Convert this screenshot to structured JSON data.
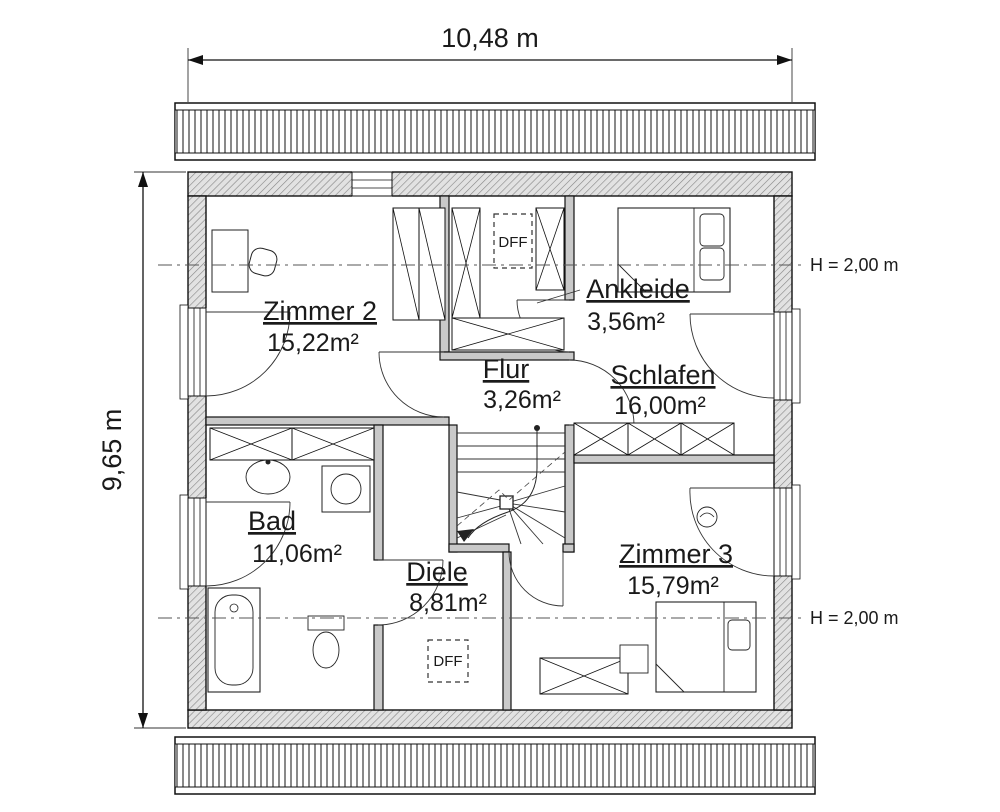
{
  "dimensions": {
    "width_label": "10,48 m",
    "height_label": "9,65 m"
  },
  "height_markers": {
    "top": "H = 2,00 m",
    "bottom": "H = 2,00 m"
  },
  "rooms": {
    "zimmer2": {
      "name": "Zimmer 2",
      "area": "15,22m²"
    },
    "ankleide": {
      "name": "Ankleide",
      "area": "3,56m²"
    },
    "flur": {
      "name": "Flur",
      "area": "3,26m²"
    },
    "schlafen": {
      "name": "Schlafen",
      "area": "16,00m²"
    },
    "bad": {
      "name": "Bad",
      "area": "11,06m²"
    },
    "diele": {
      "name": "Diele",
      "area": "8,81m²"
    },
    "zimmer3": {
      "name": "Zimmer 3",
      "area": "15,79m²"
    }
  },
  "roof_windows": {
    "top": "DFF",
    "bottom": "DFF"
  },
  "colors": {
    "line": "#1a1a1a",
    "exterior_wall_fill": "#e2e2e2",
    "interior_wall_fill": "#c9c9c9",
    "background": "#ffffff"
  }
}
